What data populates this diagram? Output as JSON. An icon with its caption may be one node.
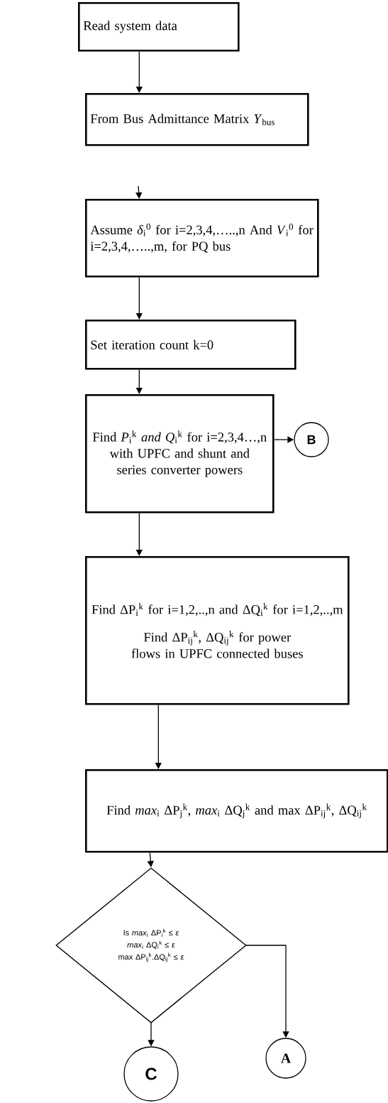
{
  "diagram": {
    "nodes": [
      {
        "text": [
          "Read system data"
        ]
      },
      {
        "text": [
          "From Bus Admittance Matrix *Y*$_{bus}$"
        ]
      },
      {
        "text": [
          "Assume *δ*$_{i}$$^{0}$ for i=2,3,4,…..,n  And *V*$_{i}$$^{0}$ for i=2,3,4,…..,m, for PQ bus"
        ]
      },
      {
        "text": [
          "Set iteration count k=0"
        ]
      },
      {
        "text": [
          "Find *P*$_{i}$$^{k}$ *and Q*$_{i}$$^{k}$ for i=2,3,4…,n with UPFC and shunt and series converter powers"
        ]
      },
      {
        "text": [
          "B"
        ]
      },
      {
        "text": [
          "Find ΔP$_{i}$$^{k}$ for i=1,2,..,n and ΔQ$_{i}$$^{k}$ for i=1,2,..,m",
          "Find ΔP$_{ij}$$^{k}$, ΔQ$_{ij}$$^{k}$ for power flows in UPFC connected buses"
        ]
      },
      {
        "text": [
          "Find *max*$_{i}$ ΔP$_{j}$$^{k}$, *max*$_{i}$ ΔQ$_{j}$$^{k}$ and max ΔP$_{ij}$$^{k}$, ΔQ$_{ij}$$^{k}$"
        ]
      },
      {
        "text": [
          "Is *max*$_{i}$  ΔP$_{i}$$^{k}$ ≤ *ε*",
          "*max*$_{i}$    ΔQ$_{i}$$^{k}$ ≤ *ε*",
          "max ΔP$_{ij}$$^{k}$.ΔQ$_{ij}$$^{k}$ ≤ *ε*"
        ]
      },
      {
        "text": [
          "C"
        ]
      },
      {
        "text": [
          "A"
        ]
      }
    ],
    "edges": [
      {
        "from": 0,
        "to": 1,
        "arrow": "to"
      },
      {
        "from": null,
        "to": 2,
        "arrow": "to"
      },
      {
        "from": 2,
        "to": 3,
        "arrow": "to"
      },
      {
        "from": 3,
        "to": 4,
        "arrow": "to"
      },
      {
        "from": 4,
        "to": 5,
        "arrow": "to"
      },
      {
        "from": 4,
        "to": 6,
        "arrow": "to"
      },
      {
        "from": 6,
        "to": 7,
        "arrow": "to"
      },
      {
        "from": 7,
        "to": 8,
        "arrow": "to"
      },
      {
        "from": 8,
        "to": 9,
        "arrow": "to"
      },
      {
        "from": 8,
        "to": 10,
        "arrow": "to"
      }
    ]
  }
}
